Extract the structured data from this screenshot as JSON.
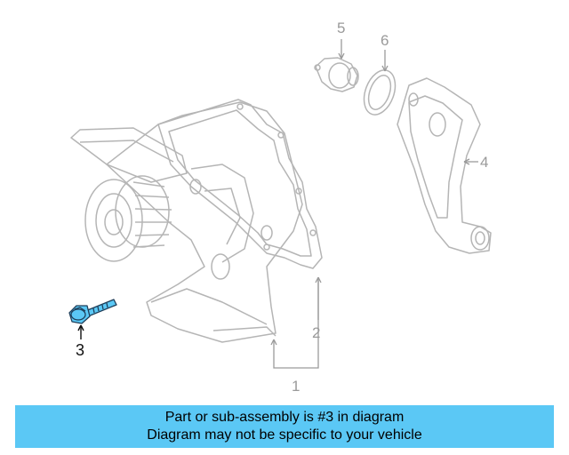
{
  "diagram": {
    "callouts": [
      "1",
      "2",
      "3",
      "4",
      "5",
      "6"
    ],
    "highlighted_part": "3",
    "colors": {
      "line": "#b5b5b5",
      "line_dark": "#9a9a9a",
      "highlight_part": "#5bc8f5",
      "highlight_outline": "#1f3f5a",
      "highlight_callout": "#111111"
    }
  },
  "banner": {
    "line1": "Part or sub-assembly is #3 in diagram",
    "line2": "Diagram may not be specific to your vehicle",
    "color": "#5bc8f5"
  }
}
